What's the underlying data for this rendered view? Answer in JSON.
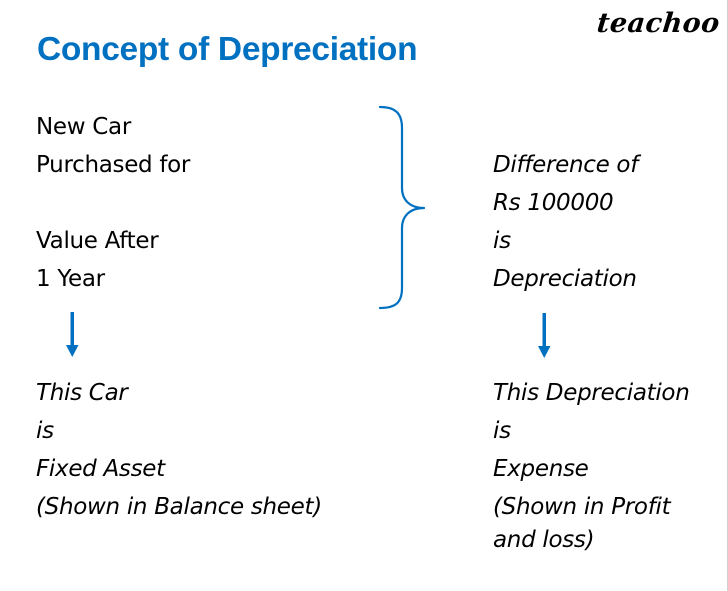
{
  "logo": {
    "text": "teachoo"
  },
  "title": "Concept of Depreciation",
  "colors": {
    "title": "#0070C0",
    "brace": "#0070C0",
    "arrow": "#0070C0",
    "text": "#000000"
  },
  "left_top": {
    "lines": [
      "New Car",
      "Purchased for",
      "",
      "Value After",
      "1 Year"
    ]
  },
  "right_top": {
    "lines": [
      "Difference of",
      "Rs 100000",
      "is",
      "Depreciation"
    ]
  },
  "brace": {
    "icon": "right-curly-brace-icon"
  },
  "arrows": {
    "left_icon": "down-arrow-icon",
    "right_icon": "down-arrow-icon"
  },
  "left_bottom": {
    "lines": [
      "This Car",
      "is",
      "Fixed Asset",
      "(Shown in Balance sheet)"
    ]
  },
  "right_bottom": {
    "lines": [
      "This Depreciation",
      "is",
      "Expense",
      "(Shown in Profit",
      "and loss)"
    ]
  }
}
